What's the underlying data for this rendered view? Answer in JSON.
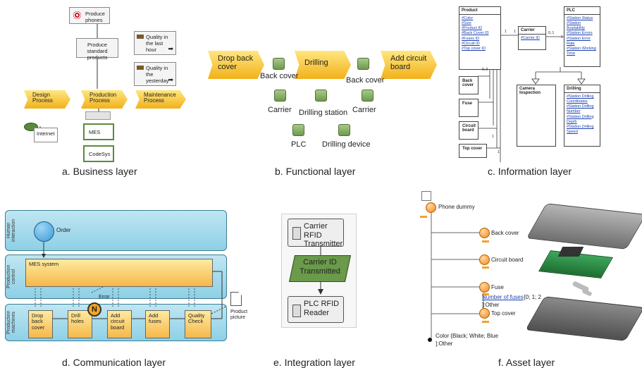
{
  "captions": {
    "a": "a. Business layer",
    "b": "b. Functional layer",
    "c": "c. Information layer",
    "d": "d. Communication layer",
    "e": "e. Integration layer",
    "f": "f. Asset layer"
  },
  "business": {
    "produce_phones": "Produce phones",
    "produce_standard": "Produce standard products",
    "quality_last_hour": "Quality in the last hour",
    "quality_yesterday": "Quality in the yesterday",
    "design_process": "Design Process",
    "production_process": "Production Process",
    "maintenance_process": "Maintenance Process",
    "internet": "Internet",
    "mes": "MES",
    "codesys": "CodeSys"
  },
  "functional": {
    "drop_back_cover": "Drop back cover",
    "drilling": "Drilling",
    "add_circuit_board": "Add circuit board",
    "back_cover_1": "Back cover",
    "back_cover_2": "Back cover",
    "carrier_1": "Carrier",
    "drilling_station": "Drilling station",
    "carrier_2": "Carrier",
    "plc": "PLC",
    "drilling_device": "Drilling device"
  },
  "information": {
    "product": {
      "title": "Product",
      "attrs": [
        "#Color",
        "#Size",
        "#Product ID",
        "#Back Cover ID",
        "#Fuses ID",
        "#Circuit ID",
        "#Top cover ID"
      ]
    },
    "carrier": {
      "title": "Carrier",
      "attr": "#Carrier ID"
    },
    "plc": {
      "title": "PLC",
      "attrs": [
        "#Station Status",
        "#Station Availability",
        "#Station Errors",
        "#Station Error Rate",
        "#Station Working Time"
      ]
    },
    "camera": "Camera Inspection",
    "drilling": {
      "title": "Drilling",
      "attrs": [
        "#Station Drilling Coordinates",
        "#Station Drilling Number",
        "#Station Drilling Depth",
        "#Station Drilling Speed"
      ]
    },
    "back_cover": "Back cover",
    "fuse": "Fuse",
    "circuit_board": "Circuit board",
    "top_cover": "Top cover",
    "mult": {
      "one_a": "1",
      "one_b": "1",
      "zero_one": "0..1",
      "one_c": "1",
      "zero_two": "0..2",
      "one_d": "1",
      "one_e": "1"
    }
  },
  "communication": {
    "lane_human": "Human interaction",
    "lane_production_control": "Production control",
    "lane_production_machines": "Production machines",
    "order": "Order",
    "mes_system": "MES system",
    "error": "Error",
    "drop_back_cover": "Drop back cover",
    "drill_holes": "Drill holes",
    "add_circuit_board": "Add circuit board",
    "add_fuses": "Add fuses",
    "quality_check": "Quality Check",
    "product_picture": "Product picture"
  },
  "integration": {
    "carrier_rfid": "Carrier RFID Transmitter",
    "carrier_id_transmitted": "Carrier ID Transmitted",
    "plc_rfid": "PLC RFID Reader"
  },
  "asset": {
    "phone_dummy": "Phone dummy",
    "back_cover": "Back cover",
    "circuit_board": "Circuit board",
    "fuse": "Fuse",
    "number_of_fuses": "Number of fuses",
    "fuses_range": "{0; 1; 2",
    "other_1": "]:Other",
    "top_cover": "Top cover",
    "color": "Color {Black; White; Blue",
    "other_2": "]:Other"
  }
}
